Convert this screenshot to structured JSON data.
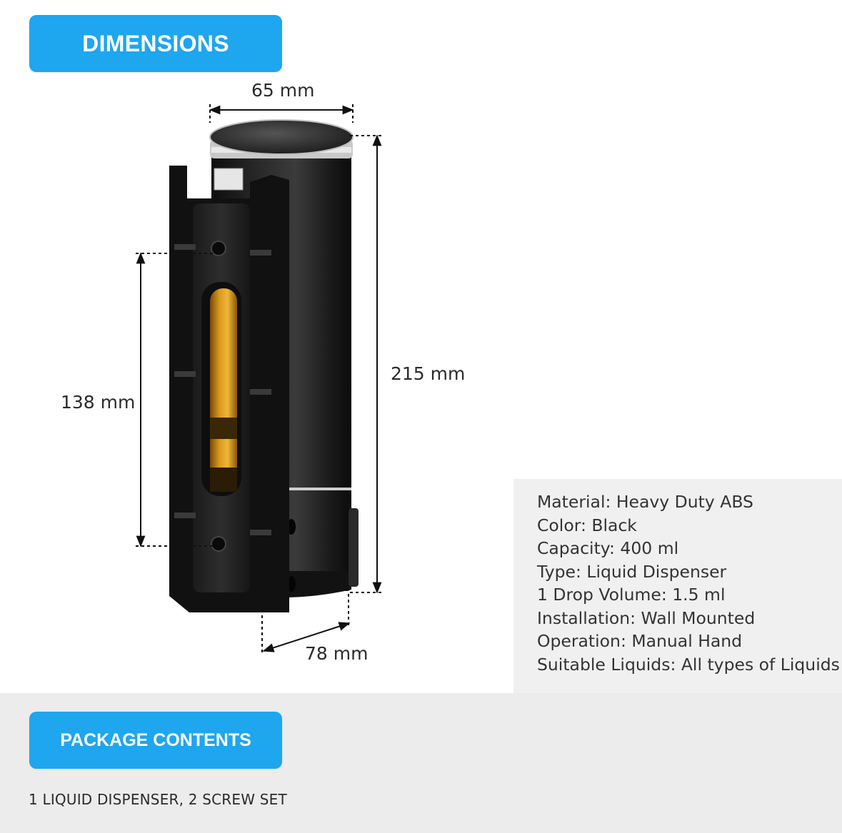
{
  "header": {
    "title": "DIMENSIONS"
  },
  "dimensions": {
    "width": "65 mm",
    "height": "215 mm",
    "mount_spacing": "138 mm",
    "depth": "78 mm"
  },
  "specs": [
    "Material: Heavy Duty ABS",
    "Color: Black",
    "Capacity: 400 ml",
    "Type: Liquid Dispenser",
    "1 Drop Volume: 1.5 ml",
    "Installation: Wall Mounted",
    "Operation: Manual Hand",
    "Suitable Liquids: All types of Liquids"
  ],
  "package": {
    "title": "PACKAGE CONTENTS",
    "contents": "1 LIQUID DISPENSER, 2 SCREW SET"
  },
  "colors": {
    "accent": "#1ea6ef",
    "product": "#1c1c1c",
    "window": "#d89a1c"
  }
}
